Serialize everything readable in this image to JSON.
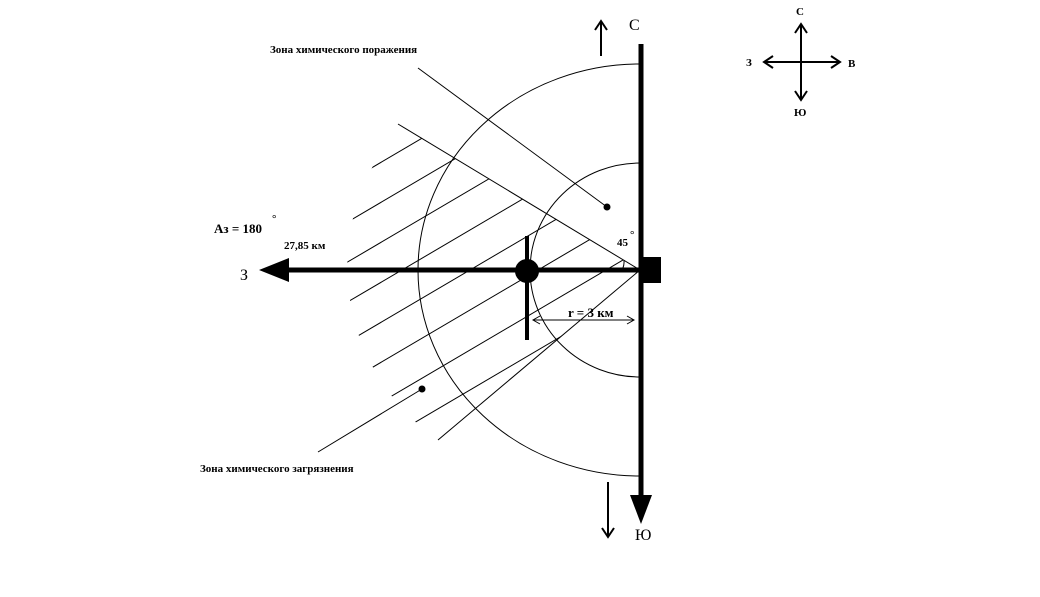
{
  "labels": {
    "zone_damage": "Зона химического поражения",
    "zone_contamination": "Зона химического загрязнения",
    "azimuth": "Аз = 180",
    "azimuth_degree": "°",
    "distance": "27,85 км",
    "angle": "45",
    "angle_degree": "°",
    "radius": "r = 3 км",
    "west_axis": "З",
    "north_axis": "С",
    "south_axis": "Ю"
  },
  "compass": {
    "north": "С",
    "south": "Ю",
    "west": "З",
    "east": "В"
  },
  "colors": {
    "line": "#000000",
    "background": "#ffffff"
  }
}
